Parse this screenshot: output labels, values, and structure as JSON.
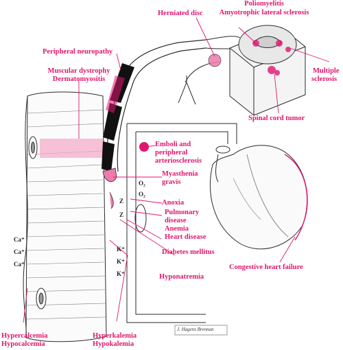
{
  "diagram": {
    "accent_color": "#e0166f",
    "ink_color": "#2a2a2a",
    "labels": {
      "herniated_disc": "Herniated disc",
      "poliomyelitis": "Poliomyelitis",
      "als": "Amyotrophic lateral sclerosis",
      "multiple_sclerosis_1": "Multiple",
      "multiple_sclerosis_2": "sclerosis",
      "spinal_cord_tumor": "Spinal cord tumor",
      "peripheral_neuropathy": "Peripheral neuropathy",
      "muscular_dystrophy": "Muscular dystrophy",
      "dermatomyositis": "Dermatomyositis",
      "emboli_1": "Emboli and",
      "emboli_2": "peripheral",
      "emboli_3": "arteriosclerosis",
      "myasthenia_1": "Myasthenia",
      "myasthenia_2": "gravis",
      "anoxia": "Anoxia",
      "pulmonary_1": "Pulmonary",
      "pulmonary_2": "disease",
      "anemia": "Anemia",
      "heart_disease": "Heart disease",
      "diabetes": "Diabetes mellitus",
      "hyponatremia": "Hyponatremia",
      "chf": "Congestive heart failure",
      "hypercalcemia": "Hypercalcemia",
      "hypocalcemia": "Hypocalcemia",
      "hyperkalemia": "Hyperkalemia",
      "hypokalemia": "Hypokalemia"
    },
    "symbols": {
      "o2": "O₂",
      "z": "Z",
      "ca": "Ca⁺",
      "k": "K⁺"
    },
    "signature": "J. Hagens Brennan"
  }
}
